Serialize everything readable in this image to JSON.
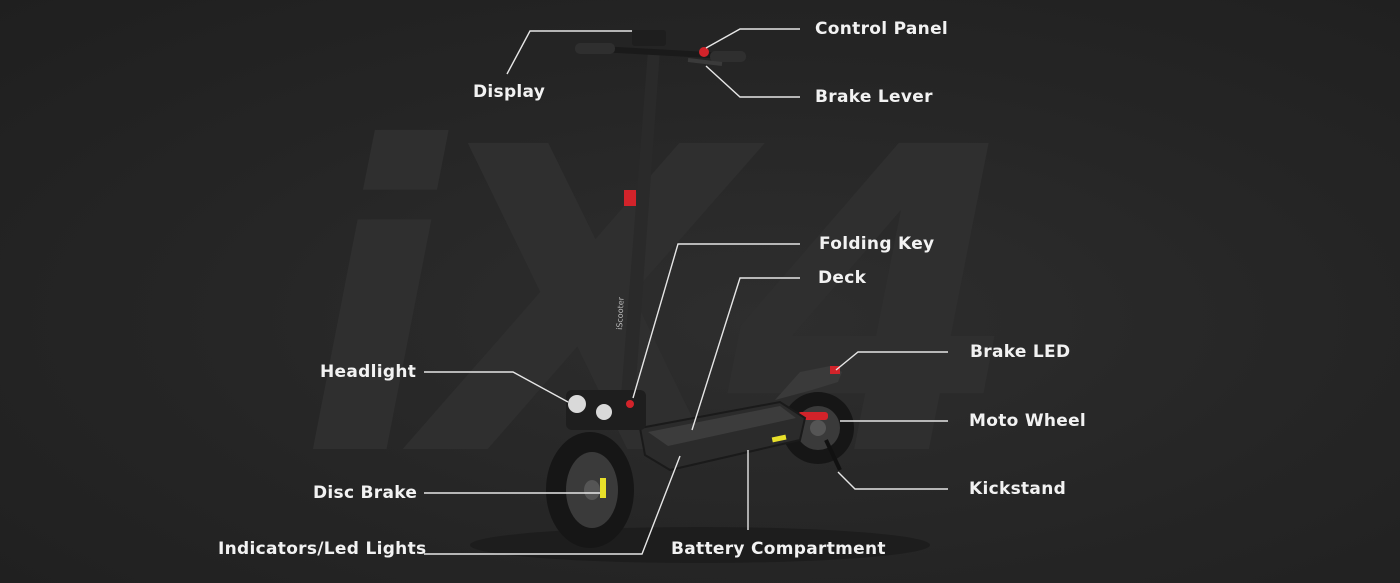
{
  "watermark": "iX4",
  "brand_on_stem": "iScooter",
  "labels": {
    "display": "Display",
    "control_panel": "Control Panel",
    "brake_lever": "Brake Lever",
    "folding_key": "Folding Key",
    "deck": "Deck",
    "headlight": "Headlight",
    "brake_led": "Brake LED",
    "moto_wheel": "Moto Wheel",
    "kickstand": "Kickstand",
    "disc_brake": "Disc Brake",
    "indicators": "Indicators/Led Lights",
    "battery_compartment": "Battery Compartment"
  },
  "colors": {
    "background": "#262626",
    "watermark": "#2f2f2f",
    "label_text": "#f2f2f2",
    "leader_line": "#e6e6e6",
    "accent_red": "#d2232a",
    "accent_yellow": "#e8e02a"
  }
}
